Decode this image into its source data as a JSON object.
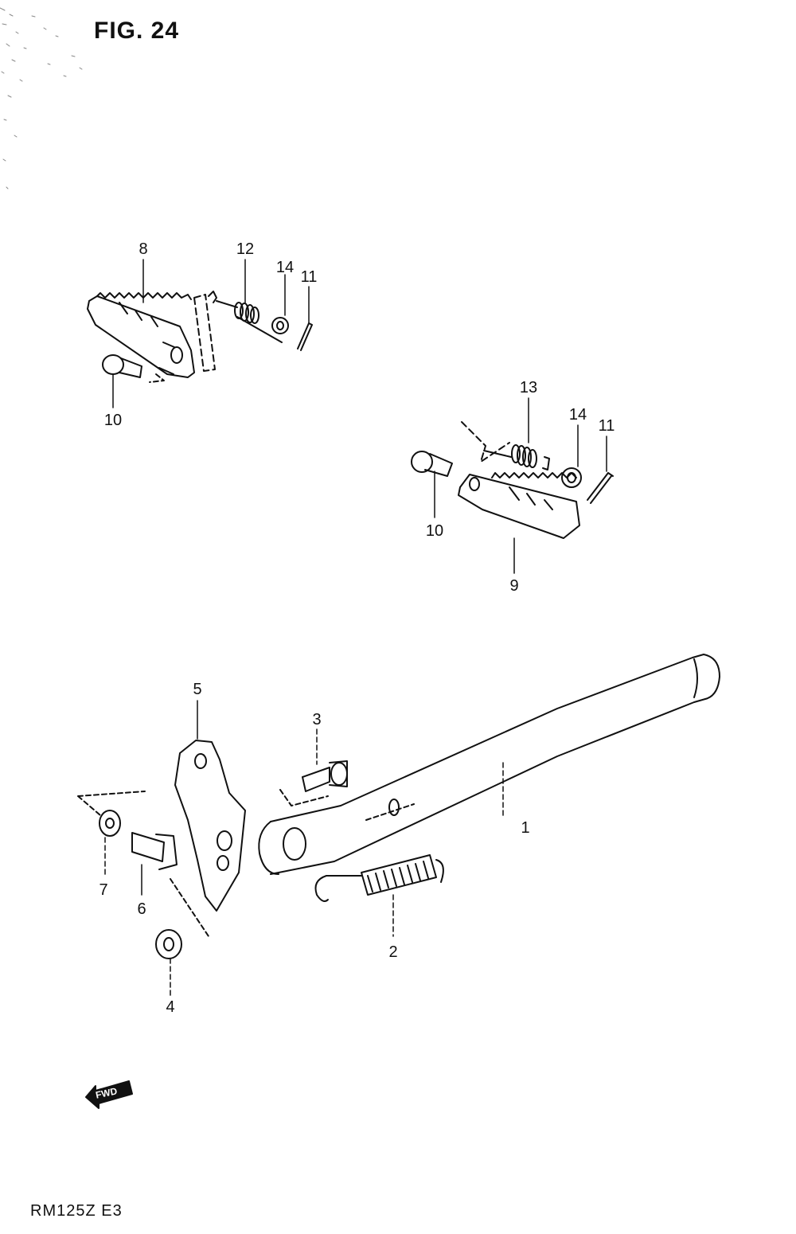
{
  "figure": {
    "title": "FIG. 24",
    "model_code": "RM125Z E3",
    "forward_label": "FWD"
  },
  "callouts": {
    "p1": "1",
    "p2": "2",
    "p3": "3",
    "p4": "4",
    "p5": "5",
    "p6": "6",
    "p7": "7",
    "p8": "8",
    "p9": "9",
    "p10_left": "10",
    "p10_right": "10",
    "p11_left": "11",
    "p11_right": "11",
    "p12": "12",
    "p13": "13",
    "p14_left": "14",
    "p14_right": "14"
  },
  "colors": {
    "ink": "#111111",
    "paper": "#ffffff"
  }
}
